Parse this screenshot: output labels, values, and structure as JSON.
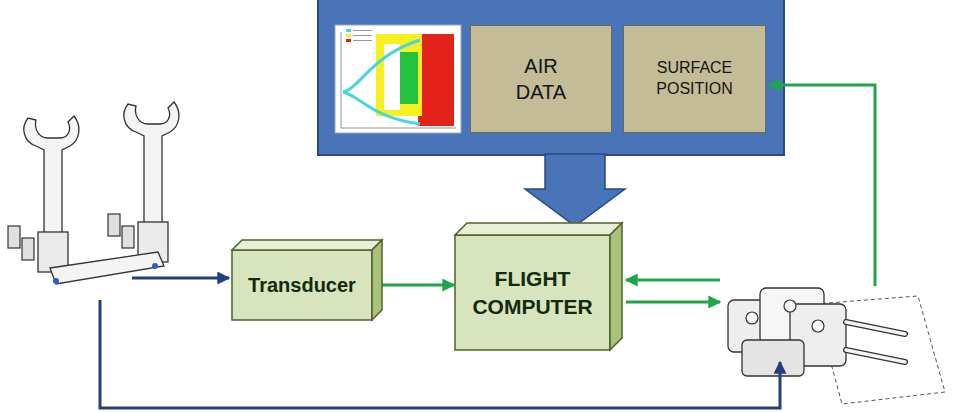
{
  "diagram": {
    "nodes": [
      {
        "text": [
          "AIR DATA"
        ]
      },
      {
        "text": [
          "SURFACE POSITION"
        ]
      },
      {
        "text": [
          "Transducer"
        ]
      },
      {
        "text": [
          "FLIGHT COMPUTER"
        ]
      }
    ],
    "edges": [
      {
        "from": 2,
        "to": 3,
        "arrow": "to"
      }
    ]
  }
}
